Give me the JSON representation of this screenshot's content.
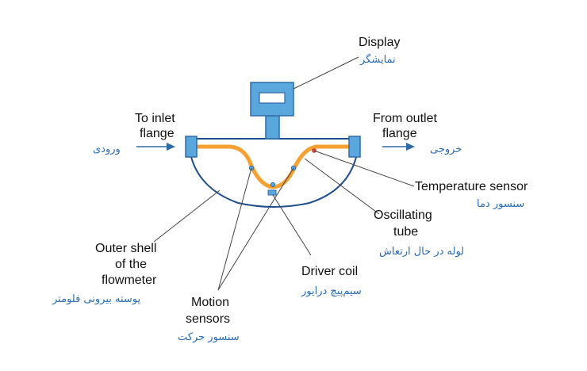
{
  "colors": {
    "shell": "#1f4e8c",
    "tube": "#f5a030",
    "component_fill": "#5aa7de",
    "component_stroke": "#2d6aa8",
    "leader": "#444444",
    "persian_text": "#2a6bb5",
    "sensor_red": "#e0483c"
  },
  "labels": {
    "display": {
      "en": "Display",
      "fa": "نمایشگر"
    },
    "inlet": {
      "en_line1": "To inlet",
      "en_line2": "flange",
      "fa": "ورودی"
    },
    "outlet": {
      "en_line1": "From outlet",
      "en_line2": "flange",
      "fa": "خروجی"
    },
    "temperature": {
      "en": "Temperature sensor",
      "fa": "سنسور دما"
    },
    "oscillating": {
      "en_line1": "Oscillating",
      "en_line2": "tube",
      "fa": "لوله در حال ارتعاش"
    },
    "driver": {
      "en": "Driver coil",
      "fa": "سیم‌پیچ درایور"
    },
    "shell": {
      "en_line1": "Outer shell",
      "en_line2": "of the",
      "en_line3": "flowmeter",
      "fa": "پوسته بیرونی فلومتر"
    },
    "motion": {
      "en_line1": "Motion",
      "en_line2": "sensors",
      "fa": "سنسور حرکت"
    }
  }
}
